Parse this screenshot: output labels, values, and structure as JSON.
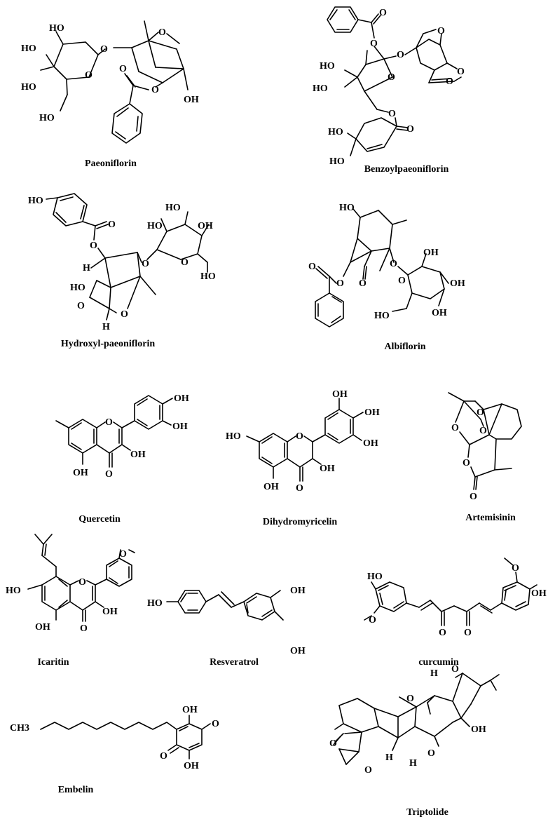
{
  "compounds": [
    {
      "id": "paeoniflorin",
      "name": "Paeoniflorin",
      "labels": [
        "HO",
        "HO",
        "HO",
        "HO",
        "O",
        "O",
        "O",
        "O",
        "O",
        "OH"
      ]
    },
    {
      "id": "benzoylpaeoniflorin",
      "name": "Benzoylpaeoniflorin",
      "labels": [
        "O",
        "O",
        "O",
        "O",
        "O",
        "O",
        "O",
        "HO",
        "HO",
        "HO",
        "HO",
        "O",
        "O"
      ]
    },
    {
      "id": "hydroxyl-paeoniflorin",
      "name": "Hydroxyl-paeoniflorin",
      "labels": [
        "HO",
        "O",
        "O",
        "HO",
        "HO",
        "OH",
        "O",
        "HO",
        "H",
        "HO",
        "O",
        "O",
        "H",
        "O"
      ]
    },
    {
      "id": "albiflorin",
      "name": "Albiflorin",
      "labels": [
        "HO",
        "O",
        "O",
        "O",
        "O",
        "OH",
        "O",
        "OH",
        "HO",
        "OH"
      ]
    },
    {
      "id": "quercetin",
      "name": "Quercetin",
      "labels": [
        "OH",
        "O",
        "OH",
        "OH",
        "OH",
        "O"
      ]
    },
    {
      "id": "dihydromyricelin",
      "name": "Dihydromyricelin",
      "labels": [
        "OH",
        "OH",
        "HO",
        "O",
        "OH",
        "OH",
        "OH",
        "O"
      ]
    },
    {
      "id": "artemisinin",
      "name": "Artemisinin",
      "labels": [
        "O",
        "O",
        "O",
        "O",
        "O"
      ]
    },
    {
      "id": "icaritin",
      "name": "Icaritin",
      "labels": [
        "O",
        "HO",
        "O",
        "OH",
        "OH",
        "O"
      ]
    },
    {
      "id": "resveratrol",
      "name": "Resveratrol",
      "labels": [
        "HO",
        "OH",
        "OH"
      ]
    },
    {
      "id": "curcumin",
      "name": "curcumin",
      "labels": [
        "HO",
        "O",
        "O",
        "OH",
        "O",
        "O"
      ]
    },
    {
      "id": "embelin",
      "name": "Embelin",
      "labels": [
        "CH3",
        "OH",
        "O",
        "O",
        "OH"
      ]
    },
    {
      "id": "triptolide",
      "name": "Triptolide",
      "labels": [
        "H",
        "O",
        "O",
        "OH",
        "O",
        "O",
        "H",
        "H",
        "O"
      ]
    }
  ]
}
